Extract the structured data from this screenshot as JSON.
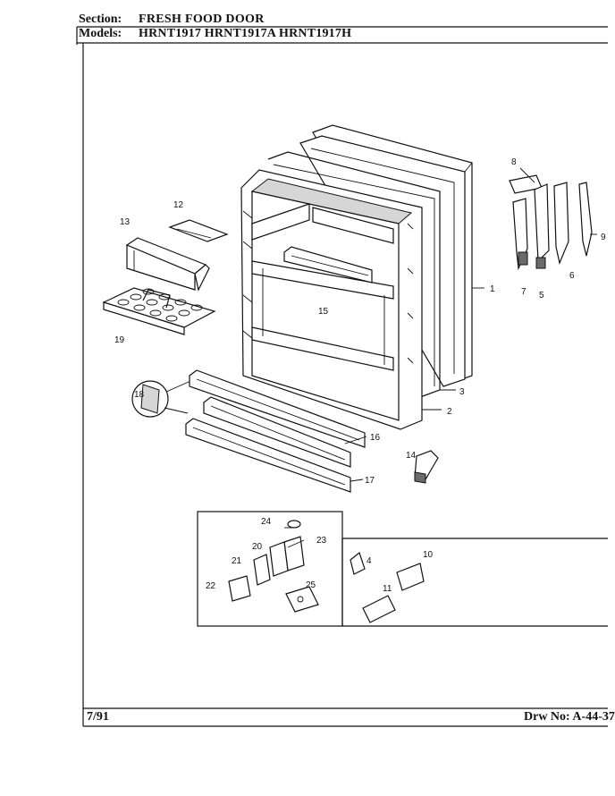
{
  "header": {
    "section_label": "Section:",
    "section_value": "FRESH FOOD DOOR",
    "models_label": "Models:",
    "models_value": "HRNT1917  HRNT1917A  HRNT1917H"
  },
  "footer": {
    "date": "7/91",
    "drawing_number": "Drw No: A-44-37"
  },
  "callouts": [
    "1",
    "2",
    "3",
    "4",
    "5",
    "6",
    "7",
    "8",
    "9",
    "10",
    "11",
    "12",
    "13",
    "14",
    "15",
    "16",
    "17",
    "18",
    "19",
    "20",
    "21",
    "22",
    "23",
    "24",
    "25"
  ]
}
